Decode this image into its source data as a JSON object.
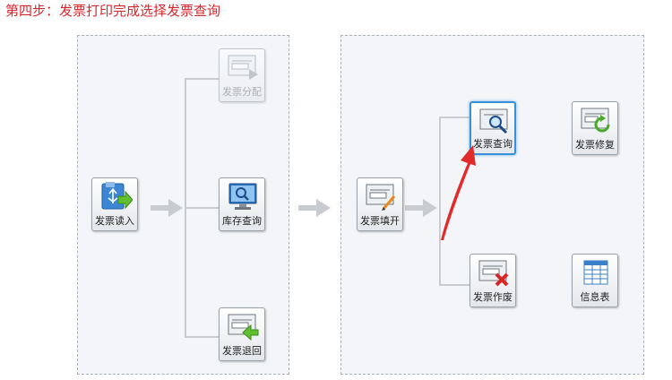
{
  "step_title": "第四步：发票打印完成选择发票查询",
  "tiles": {
    "invoice_read": "发票读入",
    "invoice_allocate": "发票分配",
    "stock_query": "库存查询",
    "invoice_return": "发票退回",
    "invoice_fill": "发票填开",
    "invoice_query": "发票查询",
    "invoice_repair": "发票修复",
    "invoice_void": "发票作废",
    "info_table": "信息表"
  },
  "colors": {
    "title": "#d8262c",
    "highlight": "#3a8fd6",
    "pointer_arrow": "#e12a2a",
    "connector": "#c8cbcf"
  }
}
